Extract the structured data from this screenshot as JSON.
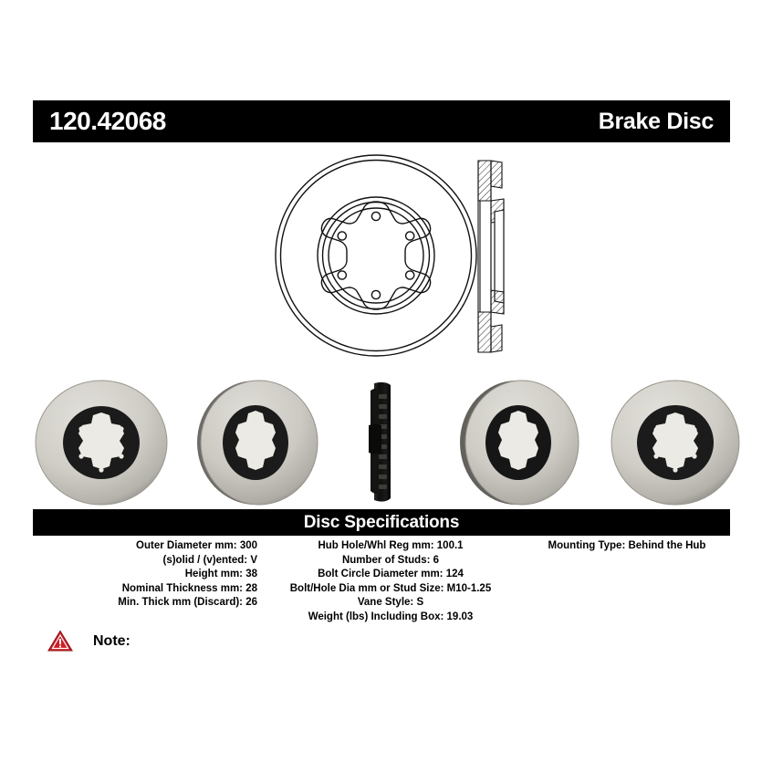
{
  "header": {
    "part_number": "120.42068",
    "product_type": "Brake Disc"
  },
  "diagram": {
    "face_view_name": "rotor-face-technical-drawing",
    "section_view_name": "rotor-cross-section-drawing"
  },
  "photos": [
    {
      "label": "rotor-front-face-photo"
    },
    {
      "label": "rotor-angled-face-photo"
    },
    {
      "label": "rotor-edge-on-photo"
    },
    {
      "label": "rotor-angled-hub-photo"
    },
    {
      "label": "rotor-front-hub-photo"
    }
  ],
  "specs": {
    "section_title": "Disc Specifications",
    "column_left": [
      {
        "label": "Outer Diameter mm:",
        "value": "300"
      },
      {
        "label": "(s)olid / (v)ented:",
        "value": "V"
      },
      {
        "label": "Height mm:",
        "value": "38"
      },
      {
        "label": "Nominal Thickness mm:",
        "value": "28"
      },
      {
        "label": "Min. Thick mm (Discard):",
        "value": "26"
      }
    ],
    "column_middle": [
      {
        "label": "Hub Hole/Whl Reg mm:",
        "value": "100.1"
      },
      {
        "label": "Number of Studs:",
        "value": "6"
      },
      {
        "label": "Bolt Circle Diameter mm:",
        "value": "124"
      },
      {
        "label": "Bolt/Hole Dia mm or Stud Size:",
        "value": "M10-1.25"
      },
      {
        "label": "Vane Style:",
        "value": "S"
      },
      {
        "label": "Weight (lbs) Including Box:",
        "value": "19.03"
      }
    ],
    "column_right": [
      {
        "label": "Mounting Type:",
        "value": "Behind the Hub"
      }
    ]
  },
  "note": {
    "icon": "warning-triangle-icon",
    "label": "Note:",
    "text": ""
  },
  "colors": {
    "bar_background": "#000000",
    "bar_text": "#ffffff",
    "page_background": "#ffffff",
    "warning_red": "#cc2026",
    "rotor_friction_surface": "#cfcdc6",
    "rotor_hub_dark": "#1b1b1b",
    "drawing_line": "#111111"
  }
}
